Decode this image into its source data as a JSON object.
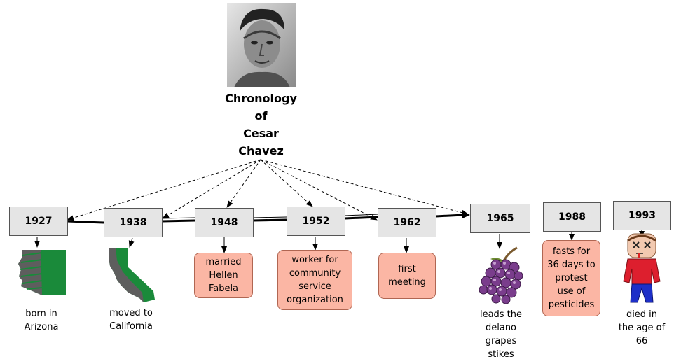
{
  "title_lines": [
    "Chronology",
    "of",
    "Cesar",
    "Chavez"
  ],
  "icons": {
    "portrait": "cesar-chavez-portrait",
    "arizona": "arizona-map",
    "california": "california-map",
    "grapes": "grapes",
    "person": "dead-person"
  },
  "colors": {
    "year_box": "#e5e5e5",
    "event_box": "#fbb6a4",
    "map_green": "#1a8a3a",
    "grapes": "#7a3d8c",
    "shirt": "#dd1f2e",
    "pants": "#1d2fc8"
  },
  "timeline": [
    {
      "year": "1927",
      "label": "born in\nArizona"
    },
    {
      "year": "1938",
      "label": "moved to\nCalifornia"
    },
    {
      "year": "1948",
      "label": "married\nHellen\nFabela"
    },
    {
      "year": "1952",
      "label": "worker for\ncommunity\nservice\norganization"
    },
    {
      "year": "1962",
      "label": "first\nmeeting"
    },
    {
      "year": "1965",
      "label": "leads the\ndelano\ngrapes\nstikes"
    },
    {
      "year": "1988",
      "label": "fasts for\n36 days to\nprotest\nuse of\npesticides"
    },
    {
      "year": "1993",
      "label": "died in\nthe age of\n66"
    }
  ]
}
